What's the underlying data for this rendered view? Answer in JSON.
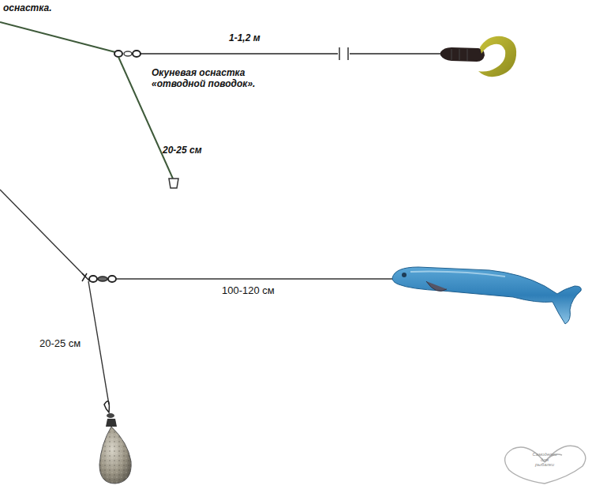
{
  "diagram": {
    "labels": [
      "оснастка.",
      "1-1,2 м",
      "Окуневая оснастка «отводной поводок».",
      "20-25 см",
      "100-120 см",
      "20-25 см",
      "Самоделки для рыбалки"
    ]
  }
}
